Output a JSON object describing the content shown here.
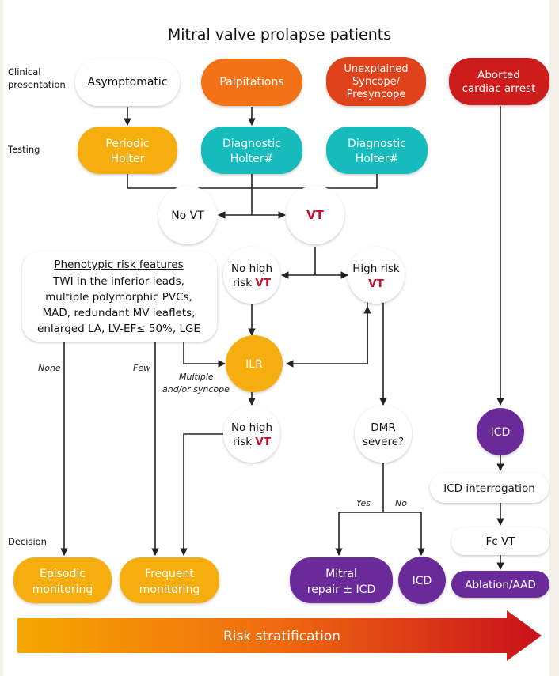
{
  "title": "Mitral valve prolapse patients",
  "row_labels": {
    "clinical": [
      "Clinical",
      "presentation"
    ],
    "testing": "Testing",
    "decision": "Decision"
  },
  "nodes": {
    "asymptomatic": [
      "Asymptomatic"
    ],
    "palpitations": [
      "Palpitations"
    ],
    "syncope": [
      "Unexplained",
      "Syncope/",
      "Presyncope"
    ],
    "arrest": [
      "Aborted",
      "cardiac arrest"
    ],
    "periodic_holter": [
      "Periodic",
      "Holter"
    ],
    "diag_holter_1": [
      "Diagnostic",
      "Holter#"
    ],
    "diag_holter_2": [
      "Diagnostic",
      "Holter#"
    ],
    "no_vt": "No VT",
    "vt": "VT",
    "no_high_risk_1": [
      "No high",
      "risk",
      "VT"
    ],
    "high_risk": [
      "High risk",
      "VT"
    ],
    "ilr": "ILR",
    "no_high_risk_2": [
      "No high",
      "risk",
      "VT"
    ],
    "dmr": [
      "DMR",
      "severe?"
    ],
    "icd_top": "ICD",
    "icd_interrogation": "ICD interrogation",
    "fc_vt": "Fc VT",
    "episodic": [
      "Episodic",
      "monitoring"
    ],
    "frequent": [
      "Frequent",
      "monitoring"
    ],
    "mitral_repair": [
      "Mitral",
      "repair ± ICD"
    ],
    "icd_bottom": "ICD",
    "ablation": "Ablation/AAD"
  },
  "phenotypic": {
    "heading": "Phenotypic risk features",
    "lines": [
      "TWI in the inferior leads,",
      "multiple polymorphic PVCs,",
      "MAD, redundant MV leaflets,",
      "enlarged LA, LV-EF≤ 50%, LGE"
    ]
  },
  "edge_labels": {
    "none": "None",
    "few": "Few",
    "multiple": [
      "Multiple",
      "and/or syncope"
    ],
    "yes": "Yes",
    "no": "No"
  },
  "risk_arrow": "Risk stratification",
  "colors": {
    "yellow": "#f5ae07",
    "orange": "#f47216",
    "red_orange": "#e0431c",
    "dark_red": "#cc1f1a",
    "teal": "#19bcbc",
    "purple": "#6a2c9a",
    "vt_red": "#c8102e"
  }
}
